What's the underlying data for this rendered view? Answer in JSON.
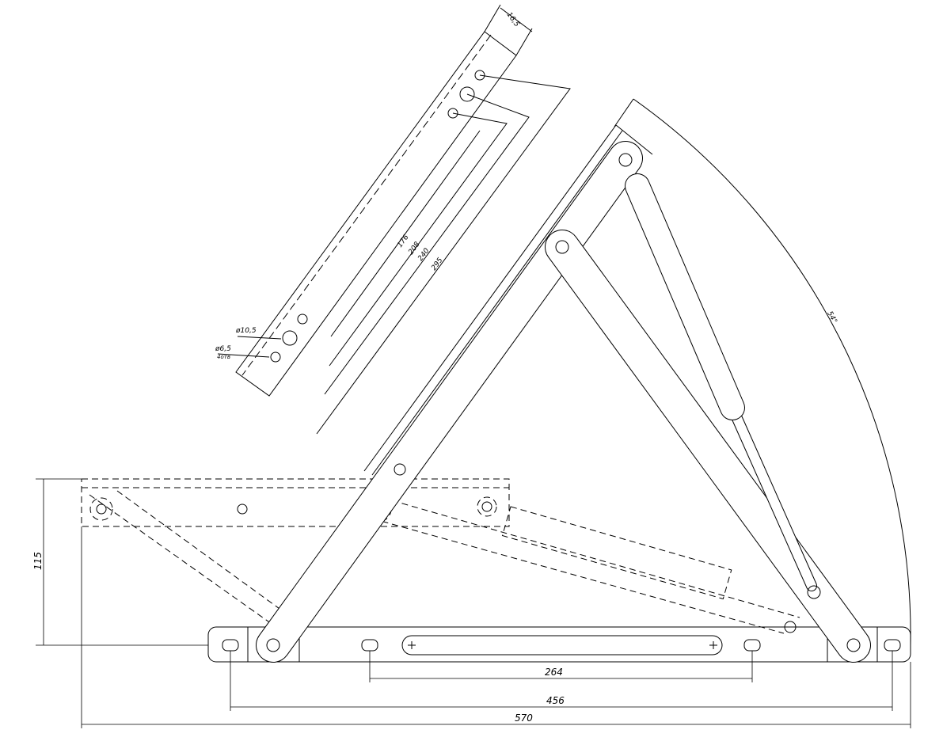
{
  "dimensions": {
    "plate_width": "16,5",
    "hole_176": "176",
    "hole_208": "208",
    "hole_240": "240",
    "hole_295": "295",
    "large_hole": "ø10,5",
    "small_hole": "ø6,5",
    "small_hole_note": "4отв",
    "angle": "54°",
    "height": "115",
    "slot_span": "264",
    "mount_span": "456",
    "overall": "570"
  },
  "colors": {
    "line": "#000000",
    "background": "#ffffff"
  }
}
